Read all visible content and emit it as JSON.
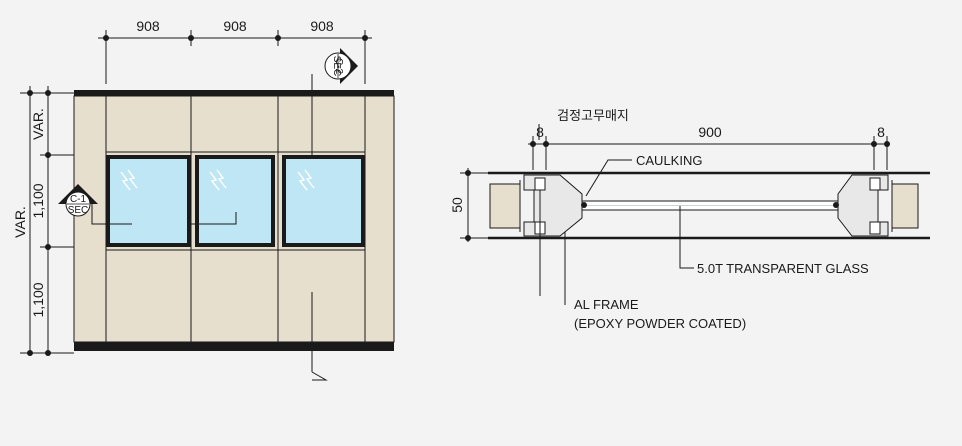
{
  "elevation": {
    "top_dims": [
      "908",
      "908",
      "908"
    ],
    "left_outer": "VAR.",
    "left_inner": [
      "VAR.",
      "1,100",
      "1,100"
    ],
    "marker_c1": {
      "line1": "C-1",
      "line2": "SEC"
    },
    "marker_c2": {
      "line1": "C-2",
      "line2": "SEC"
    }
  },
  "section": {
    "title": "검정고무매지",
    "dim_left": "8",
    "dim_mid": "900",
    "dim_right": "8",
    "dim_height": "50",
    "caulking": "CAULKING",
    "glass": "5.0T TRANSPARENT GLASS",
    "frame_line1": "AL FRAME",
    "frame_line2": "(EPOXY POWDER COATED)"
  },
  "colors": {
    "panel": "#e6dfce",
    "glass": "#bfe6f4",
    "line": "#1a1a1a",
    "background": "#f3f3f3"
  }
}
